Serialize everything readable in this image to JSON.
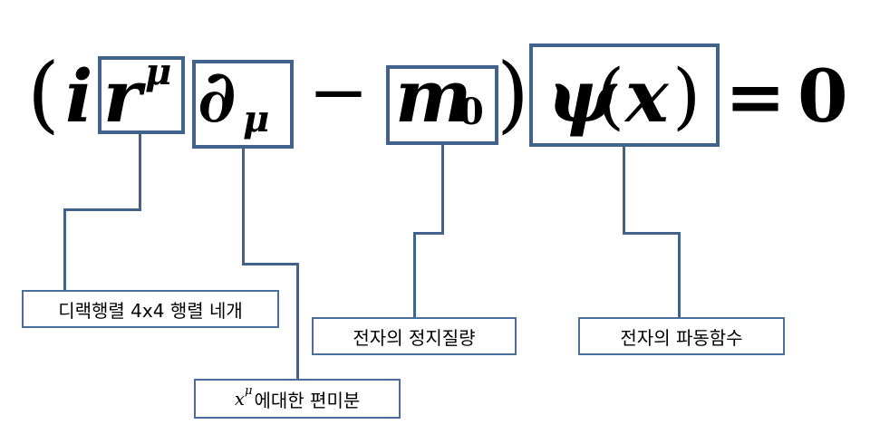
{
  "equation": {
    "open_paren": "(",
    "i": "i",
    "gamma": "r",
    "gamma_sup": "μ",
    "partial": "∂",
    "partial_sub": "μ",
    "minus": "−",
    "mass": "m",
    "mass_sub": "0",
    "close_paren": ")",
    "psi": "ψ",
    "psi_open": "(",
    "psi_x": "x",
    "psi_close": ")",
    "equals": "=",
    "zero": "0"
  },
  "labels": {
    "dirac_matrices": "디랙행렬 4x4 행렬 네개",
    "partial_var": "x",
    "partial_sup": "μ",
    "partial_text": "에대한 편미분",
    "rest_mass": "전자의 정지질량",
    "wavefunction": "전자의 파동함수"
  },
  "colors": {
    "box_border": "#41628a",
    "connector": "#41628a"
  }
}
